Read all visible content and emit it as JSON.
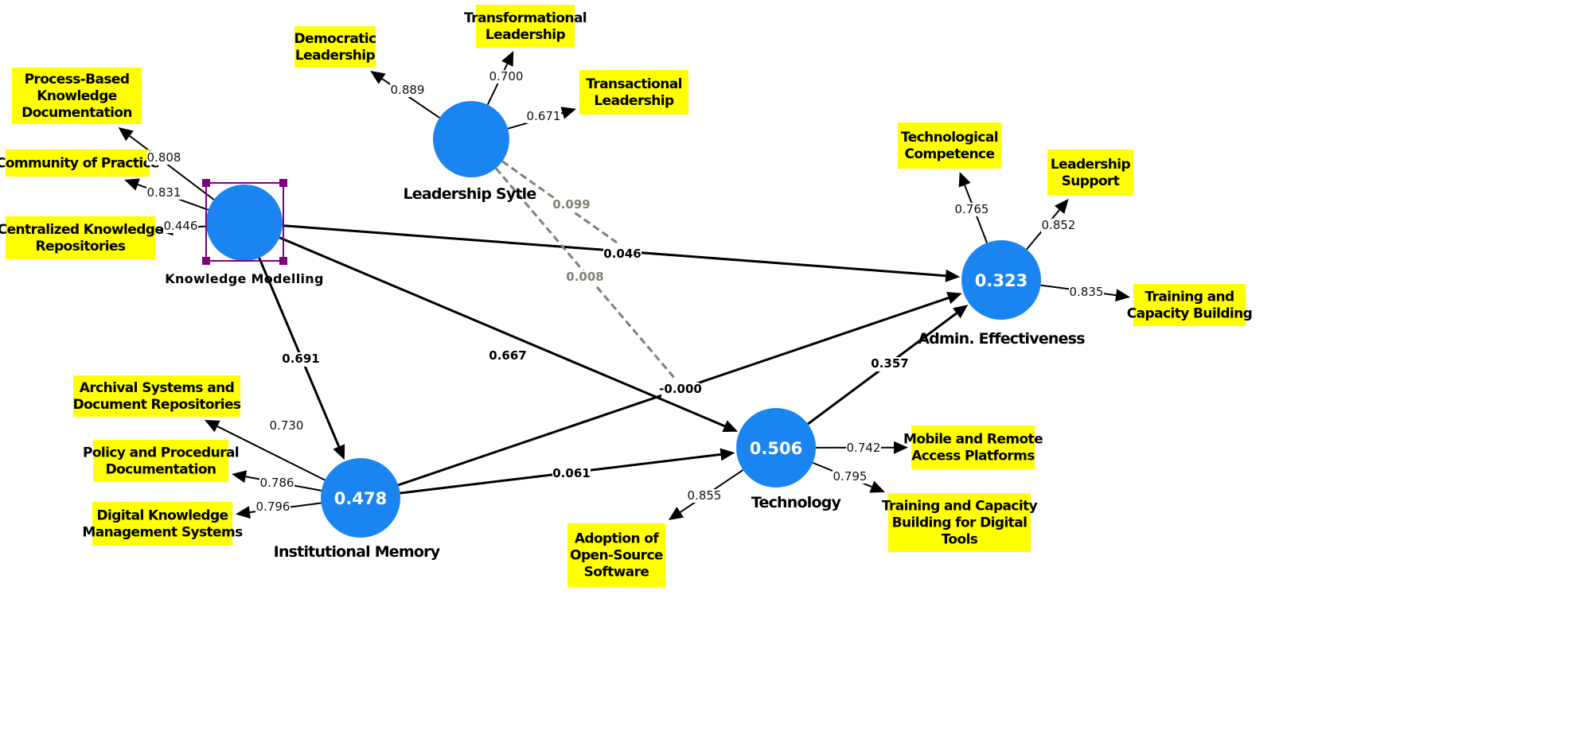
{
  "colors": {
    "construct": "#1a85f0",
    "indicator": "#ffff00",
    "selection": "#800080",
    "moderation": "#7a8474",
    "path": "#000000"
  },
  "constructs": [
    {
      "id": "ls",
      "name": "Leadership Sytle",
      "r2": ""
    },
    {
      "id": "km",
      "name": "Knowledge Modelling",
      "r2": "",
      "selected": true
    },
    {
      "id": "ae",
      "name": "Admin. Effectiveness",
      "r2": "0.323"
    },
    {
      "id": "te",
      "name": "Technology",
      "r2": "0.506"
    },
    {
      "id": "im",
      "name": "Institutional Memory",
      "r2": "0.478"
    }
  ],
  "indicators": [
    {
      "id": "dl",
      "construct": "ls",
      "lines": [
        "Democratic",
        "Leadership"
      ],
      "loading": "0.889"
    },
    {
      "id": "tfl",
      "construct": "ls",
      "lines": [
        "Transformational",
        "Leadership"
      ],
      "loading": "0.700"
    },
    {
      "id": "tsl",
      "construct": "ls",
      "lines": [
        "Transactional",
        "Leadership"
      ],
      "loading": "0.671"
    },
    {
      "id": "pbk",
      "construct": "km",
      "lines": [
        "Process-Based",
        "Knowledge",
        "Documentation"
      ],
      "loading": "0.808"
    },
    {
      "id": "cop",
      "construct": "km",
      "lines": [
        "Community of Practice"
      ],
      "loading": "0.831"
    },
    {
      "id": "ckr",
      "construct": "km",
      "lines": [
        "Centralized Knowledge",
        "Repositories"
      ],
      "loading": "0.446"
    },
    {
      "id": "tc",
      "construct": "ae",
      "lines": [
        "Technological",
        "Competence"
      ],
      "loading": "0.765"
    },
    {
      "id": "lsu",
      "construct": "ae",
      "lines": [
        "Leadership",
        "Support"
      ],
      "loading": "0.852"
    },
    {
      "id": "tcb",
      "construct": "ae",
      "lines": [
        "Training and",
        "Capacity Building"
      ],
      "loading": "0.835"
    },
    {
      "id": "asd",
      "construct": "im",
      "lines": [
        "Archival Systems and",
        "Document Repositories"
      ],
      "loading": "0.730"
    },
    {
      "id": "ppd",
      "construct": "im",
      "lines": [
        "Policy and Procedural",
        "Documentation"
      ],
      "loading": "0.786"
    },
    {
      "id": "dkm",
      "construct": "im",
      "lines": [
        "Digital Knowledge",
        "Management Systems"
      ],
      "loading": "0.796"
    },
    {
      "id": "mra",
      "construct": "te",
      "lines": [
        "Mobile and Remote",
        "Access Platforms"
      ],
      "loading": "0.742"
    },
    {
      "id": "tcd",
      "construct": "te",
      "lines": [
        "Training and Capacity",
        "Building for Digital",
        "Tools"
      ],
      "loading": "0.795"
    },
    {
      "id": "aos",
      "construct": "te",
      "lines": [
        "Adoption of",
        "Open-Source",
        "Software"
      ],
      "loading": "0.855"
    }
  ],
  "paths": [
    {
      "id": "km-ae",
      "from": "km",
      "to": "ae",
      "coef": "0.046"
    },
    {
      "id": "km-im",
      "from": "km",
      "to": "im",
      "coef": "0.691"
    },
    {
      "id": "km-te",
      "from": "km",
      "to": "te",
      "coef": "0.667"
    },
    {
      "id": "im-ae",
      "from": "im",
      "to": "ae",
      "coef": "-0.000"
    },
    {
      "id": "im-te",
      "from": "im",
      "to": "te",
      "coef": "0.061"
    },
    {
      "id": "te-ae",
      "from": "te",
      "to": "ae",
      "coef": "0.357"
    },
    {
      "id": "ls-mod1",
      "from": "ls",
      "to": "km-ae",
      "coef": "0.099",
      "moderation": true
    },
    {
      "id": "ls-mod2",
      "from": "ls",
      "to": "im-ae",
      "coef": "0.008",
      "moderation": true
    }
  ]
}
